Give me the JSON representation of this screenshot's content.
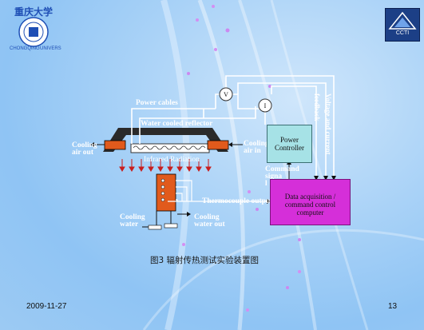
{
  "slide": {
    "date": "2009-11-27",
    "page_number": "13",
    "caption": "图3 辐射传热测试实验装置图"
  },
  "logos": {
    "left_logo": "university-seal",
    "right_logo_text": "CCTI"
  },
  "diagram": {
    "power_cables": "Power cables",
    "water_cooled_reflector": "Water cooled reflector",
    "cooling_air_out": [
      "Cooling",
      "air out"
    ],
    "cooling_air_in": [
      "Cooling",
      "air in"
    ],
    "infrared_radiation": "Infrared Radiation",
    "power_controller": [
      "Power",
      "Controller"
    ],
    "command_signal": [
      "Command",
      "signa",
      "l"
    ],
    "feedback": "feedback",
    "voltage_and_current": "Voltage and current",
    "thermocouple_output": "Thermocouple output",
    "daq": [
      "Data acquisition /",
      "command control",
      "computer"
    ],
    "cooling_water_in": [
      "Cooling",
      "water"
    ],
    "cooling_water_out": [
      "Cooling",
      "water out"
    ],
    "voltmeter": "V",
    "ammeter": "I"
  },
  "colors": {
    "heater_orange": "#e15a1c",
    "power_controller_fill": "#a6e2e6",
    "daq_fill": "#d52fd9",
    "radiation_arrows": "#c81e1e"
  }
}
